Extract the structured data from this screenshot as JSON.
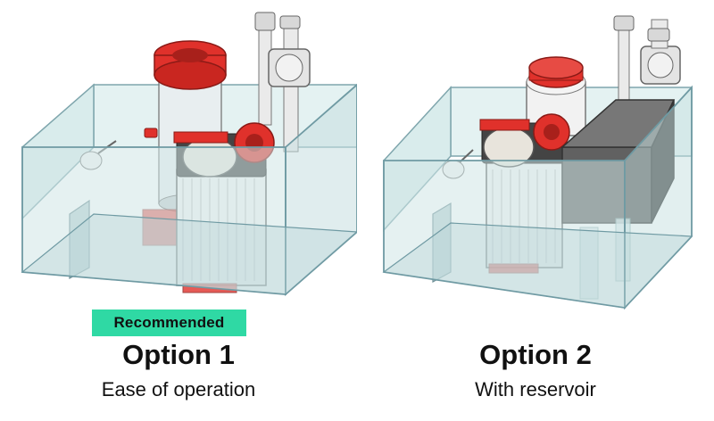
{
  "options": [
    {
      "badge": "Recommended",
      "title": "Option 1",
      "subtitle": "Ease of operation"
    },
    {
      "title": "Option 2",
      "subtitle": "With reservoir"
    }
  ],
  "colors": {
    "badge": "#2fd9a4",
    "glass_fill": "#d6ecec",
    "glass_edge": "#7fa6ad",
    "accent_red": "#e0312b",
    "reservoir": "#5a5a5a"
  },
  "icons": [
    "pump-icon",
    "skimmer-icon",
    "filter-roller-icon",
    "reservoir-box-icon",
    "float-switch-icon"
  ]
}
